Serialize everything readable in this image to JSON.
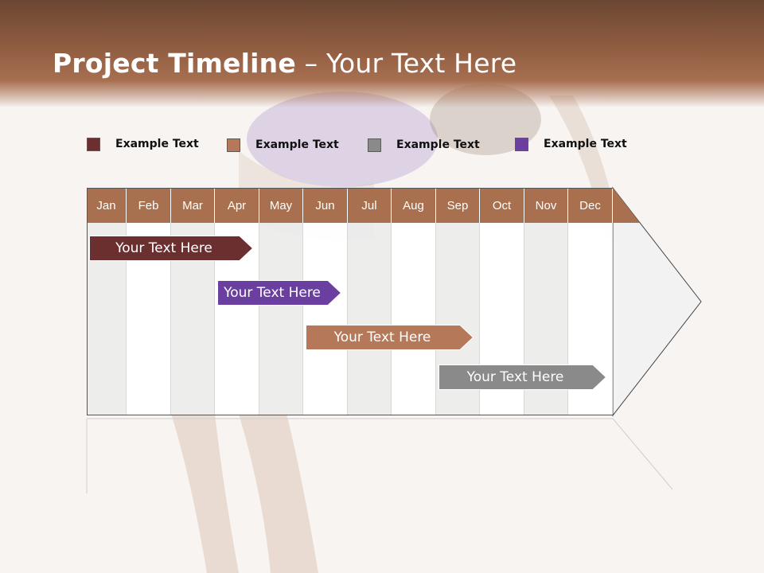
{
  "title": {
    "bold": "Project Timeline",
    "rest": " – Your Text Here"
  },
  "colors": {
    "header": "#a8704f",
    "dark_red": "#6b2f2f",
    "brown": "#b5795a",
    "gray": "#8a8a8a",
    "purple": "#6a3fa0"
  },
  "legend": [
    {
      "label": "Example Text",
      "color": "#6b2f2f"
    },
    {
      "label": "Example Text",
      "color": "#b5795a"
    },
    {
      "label": "Example Text",
      "color": "#8a8a8a"
    },
    {
      "label": "Example Text",
      "color": "#6a3fa0"
    }
  ],
  "months": [
    "Jan",
    "Feb",
    "Mar",
    "Apr",
    "May",
    "Jun",
    "Jul",
    "Aug",
    "Sep",
    "Oct",
    "Nov",
    "Dec"
  ],
  "tasks": [
    {
      "label": "Your  Text Here",
      "color": "#6b2f2f",
      "start_month": "Jan",
      "end_month": "Apr"
    },
    {
      "label": "Your  Text Here",
      "color": "#6a3fa0",
      "start_month": "Apr",
      "end_month": "Jun"
    },
    {
      "label": "Your  Text Here",
      "color": "#b5795a",
      "start_month": "Jun",
      "end_month": "Sep"
    },
    {
      "label": "Your  Text Here",
      "color": "#8a8a8a",
      "start_month": "Sep",
      "end_month": "Dec"
    }
  ]
}
